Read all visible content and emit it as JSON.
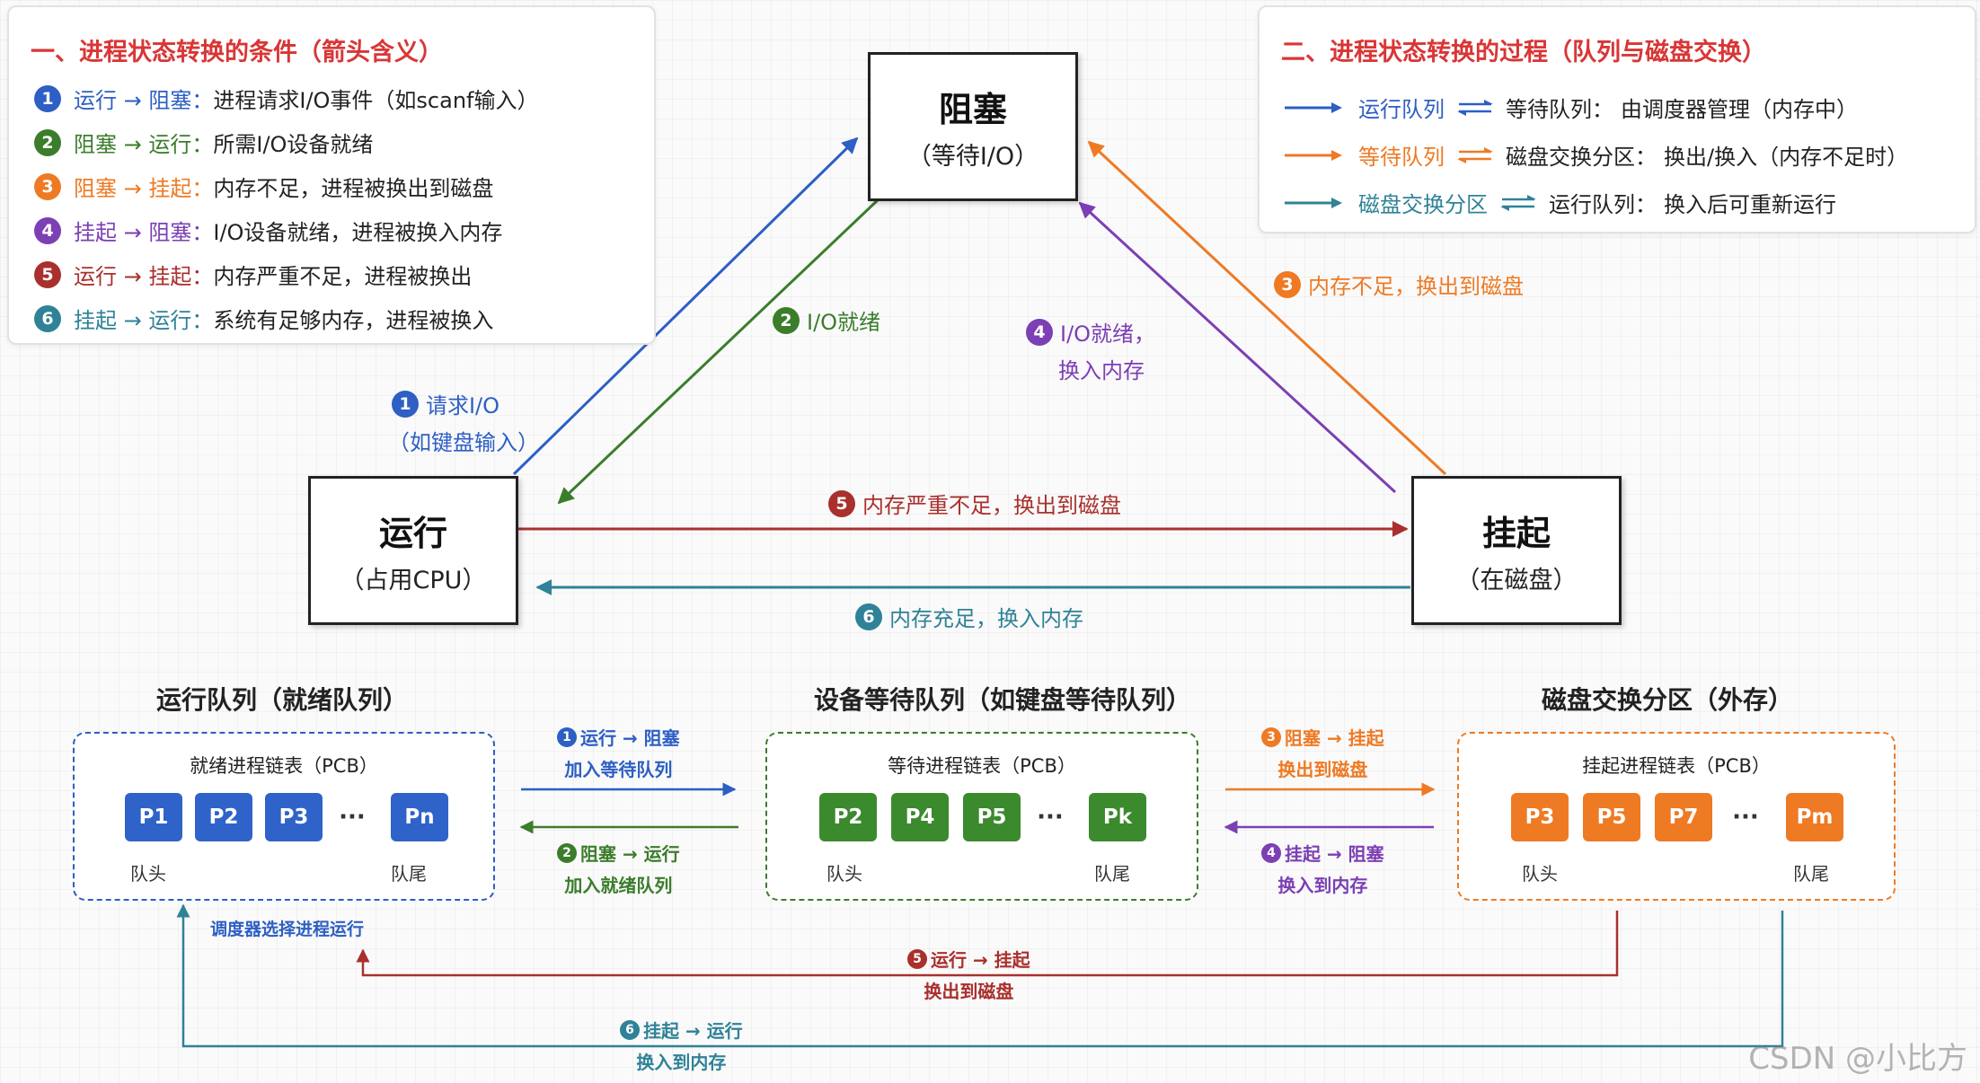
{
  "colors": {
    "blue": "#2d5fc4",
    "green": "#3b7d2b",
    "orange": "#ee7a24",
    "purple": "#7c3fb4",
    "red": "#a9302d",
    "teal": "#2f8297",
    "title_red": "#d93636"
  },
  "legend_left": {
    "title": "一、进程状态转换的条件（箭头含义）",
    "items": [
      {
        "num": "1",
        "transition": "运行 → 阻塞：",
        "desc": "进程请求I/O事件（如scanf输入）",
        "color": "#2d5fc4"
      },
      {
        "num": "2",
        "transition": "阻塞 → 运行：",
        "desc": "所需I/O设备就绪",
        "color": "#3b7d2b"
      },
      {
        "num": "3",
        "transition": "阻塞 → 挂起：",
        "desc": "内存不足，进程被换出到磁盘",
        "color": "#ee7a24"
      },
      {
        "num": "4",
        "transition": "挂起 → 阻塞：",
        "desc": "I/O设备就绪，进程被换入内存",
        "color": "#7c3fb4"
      },
      {
        "num": "5",
        "transition": "运行 → 挂起：",
        "desc": "内存严重不足，进程被换出",
        "color": "#a9302d"
      },
      {
        "num": "6",
        "transition": "挂起 → 运行：",
        "desc": "系统有足够内存，进程被换入",
        "color": "#2f8297"
      }
    ]
  },
  "legend_right": {
    "title": "二、进程状态转换的过程（队列与磁盘交换）",
    "items": [
      {
        "from": "运行队列",
        "exchange_icon": "double-arrow-icon",
        "to": "等待队列：",
        "desc": "由调度器管理（内存中）",
        "color": "#2d5fc4"
      },
      {
        "from": "等待队列",
        "exchange_icon": "double-arrow-icon",
        "to": "磁盘交换分区：",
        "desc": "换出/换入（内存不足时）",
        "color": "#ee7a24"
      },
      {
        "from": "磁盘交换分区",
        "exchange_icon": "double-arrow-icon",
        "to": "运行队列：",
        "desc": "换入后可重新运行",
        "color": "#2f8297"
      }
    ]
  },
  "states": {
    "blocked": {
      "title": "阻塞",
      "subtitle": "（等待I/O）"
    },
    "running": {
      "title": "运行",
      "subtitle": "（占用CPU）"
    },
    "suspended": {
      "title": "挂起",
      "subtitle": "（在磁盘）"
    }
  },
  "transitions": [
    {
      "num": "1",
      "line1": "请求I/O",
      "line2": "（如键盘输入）",
      "color": "#2d5fc4"
    },
    {
      "num": "2",
      "line1": "I/O就绪",
      "color": "#3b7d2b"
    },
    {
      "num": "3",
      "line1": "内存不足，换出到磁盘",
      "color": "#ee7a24"
    },
    {
      "num": "4",
      "line1": "I/O就绪，",
      "line2": "换入内存",
      "color": "#7c3fb4"
    },
    {
      "num": "5",
      "line1": "内存严重不足，换出到磁盘",
      "color": "#a9302d"
    },
    {
      "num": "6",
      "line1": "内存充足，换入内存",
      "color": "#2f8297"
    }
  ],
  "queues": {
    "run": {
      "section_title": "运行队列（就绪队列）",
      "list_title": "就绪进程链表（PCB）",
      "items": [
        "P1",
        "P2",
        "P3",
        "Pn"
      ],
      "ellipsis": "···",
      "head_label": "队头",
      "tail_label": "队尾",
      "color": "#2d5fc4",
      "fill": "#2f63c9"
    },
    "wait": {
      "section_title": "设备等待队列（如键盘等待队列）",
      "list_title": "等待进程链表（PCB）",
      "items": [
        "P2",
        "P4",
        "P5",
        "Pk"
      ],
      "ellipsis": "···",
      "head_label": "队头",
      "tail_label": "队尾",
      "color": "#3b7d2b",
      "fill": "#3b8a2e"
    },
    "disk": {
      "section_title": "磁盘交换分区（外存）",
      "list_title": "挂起进程链表（PCB）",
      "items": [
        "P3",
        "P5",
        "P7",
        "Pm"
      ],
      "ellipsis": "···",
      "head_label": "队头",
      "tail_label": "队尾",
      "color": "#ee7a24",
      "fill": "#ee7a24"
    }
  },
  "queue_transitions": [
    {
      "num": "1",
      "line1": "运行 → 阻塞",
      "line2": "加入等待队列",
      "color": "#2d5fc4"
    },
    {
      "num": "2",
      "line1": "阻塞 → 运行",
      "line2": "加入就绪队列",
      "color": "#3b7d2b"
    },
    {
      "num": "3",
      "line1": "阻塞 → 挂起",
      "line2": "换出到磁盘",
      "color": "#ee7a24"
    },
    {
      "num": "4",
      "line1": "挂起 → 阻塞",
      "line2": "换入到内存",
      "color": "#7c3fb4"
    },
    {
      "num": "5",
      "line1": "运行 → 挂起",
      "line2": "换出到磁盘",
      "color": "#a9302d"
    },
    {
      "num": "6",
      "line1": "挂起 → 运行",
      "line2": "换入到内存",
      "color": "#2f8297"
    }
  ],
  "scheduler_label": "调度器选择进程运行",
  "watermark": "CSDN @小比方"
}
